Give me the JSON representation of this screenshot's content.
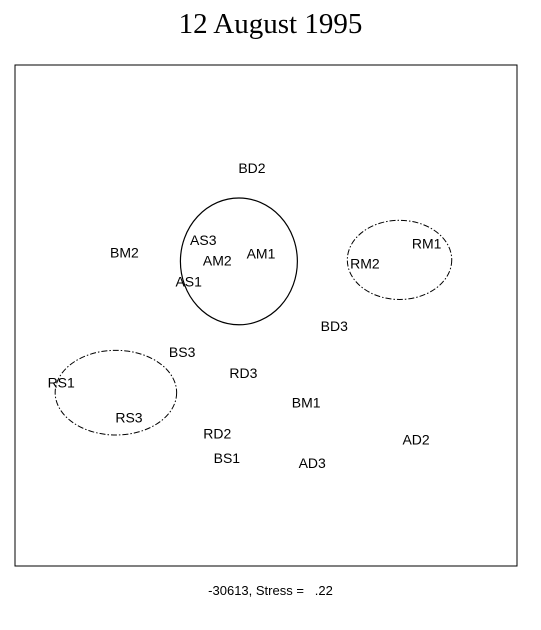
{
  "chart_data": {
    "type": "scatter",
    "title": "12 August 1995",
    "footer": "-30613, Stress =   .22",
    "xlim": [
      0,
      100
    ],
    "ylim": [
      0,
      100
    ],
    "axes_visible": false,
    "grid": false,
    "points": [
      {
        "label": "BD2",
        "x": 47.2,
        "y": 79.4
      },
      {
        "label": "AS3",
        "x": 37.5,
        "y": 65.1
      },
      {
        "label": "AM1",
        "x": 49.0,
        "y": 62.4
      },
      {
        "label": "AM2",
        "x": 40.3,
        "y": 61.0
      },
      {
        "label": "AS1",
        "x": 34.6,
        "y": 56.8
      },
      {
        "label": "BM2",
        "x": 21.8,
        "y": 62.6
      },
      {
        "label": "RM1",
        "x": 82.0,
        "y": 64.4
      },
      {
        "label": "RM2",
        "x": 69.7,
        "y": 60.4
      },
      {
        "label": "BD3",
        "x": 63.6,
        "y": 47.9
      },
      {
        "label": "BS3",
        "x": 33.3,
        "y": 42.7
      },
      {
        "label": "RD3",
        "x": 45.5,
        "y": 38.5
      },
      {
        "label": "RS1",
        "x": 9.2,
        "y": 36.6
      },
      {
        "label": "BM1",
        "x": 58.0,
        "y": 32.6
      },
      {
        "label": "RS3",
        "x": 22.7,
        "y": 29.6
      },
      {
        "label": "RD2",
        "x": 40.3,
        "y": 26.4
      },
      {
        "label": "AD2",
        "x": 79.9,
        "y": 25.2
      },
      {
        "label": "BS1",
        "x": 42.2,
        "y": 21.6
      },
      {
        "label": "AD3",
        "x": 59.2,
        "y": 20.6
      }
    ],
    "clusters": [
      {
        "cx": 44.6,
        "cy": 60.8,
        "rx": 23.3,
        "ry": 25.3,
        "style": "solid"
      },
      {
        "cx": 76.6,
        "cy": 61.1,
        "rx": 20.8,
        "ry": 15.8,
        "style": "dash-dot"
      },
      {
        "cx": 20.1,
        "cy": 34.6,
        "rx": 24.2,
        "ry": 16.9,
        "style": "dash-dot"
      }
    ],
    "line_color": "#000000",
    "background": "#ffffff"
  }
}
